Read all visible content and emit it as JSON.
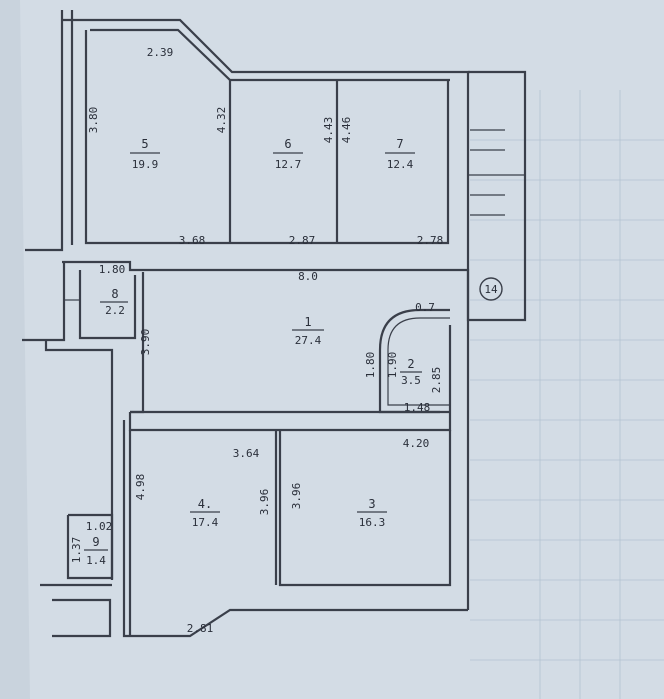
{
  "rooms": [
    {
      "no": "5",
      "area": "19.9"
    },
    {
      "no": "6",
      "area": "12.7"
    },
    {
      "no": "7",
      "area": "12.4"
    },
    {
      "no": "8",
      "area": "2.2"
    },
    {
      "no": "1",
      "area": "27.4"
    },
    {
      "no": "2",
      "area": "3.5"
    },
    {
      "no": "4.",
      "area": "17.4"
    },
    {
      "no": "3",
      "area": "16.3"
    },
    {
      "no": "9",
      "area": "1.4"
    }
  ],
  "dims": {
    "d239": "2.39",
    "d432": "4.32",
    "d443": "4.43",
    "d446": "4.46",
    "d368": "3.68",
    "d287": "2.87",
    "d278": "2.78",
    "d380l": "3.80",
    "d180": "1.80",
    "d80": "8.0",
    "d07": "0.7",
    "d390": "3.90",
    "d190": "1.90",
    "d285": "2.85",
    "d148": "1.48",
    "d364": "3.64",
    "d420": "4.20",
    "d498": "4.98",
    "d396a": "3.96",
    "d396b": "3.96",
    "d102": "1.02",
    "d137": "1.37",
    "d281": "2.81"
  },
  "marker": "14"
}
